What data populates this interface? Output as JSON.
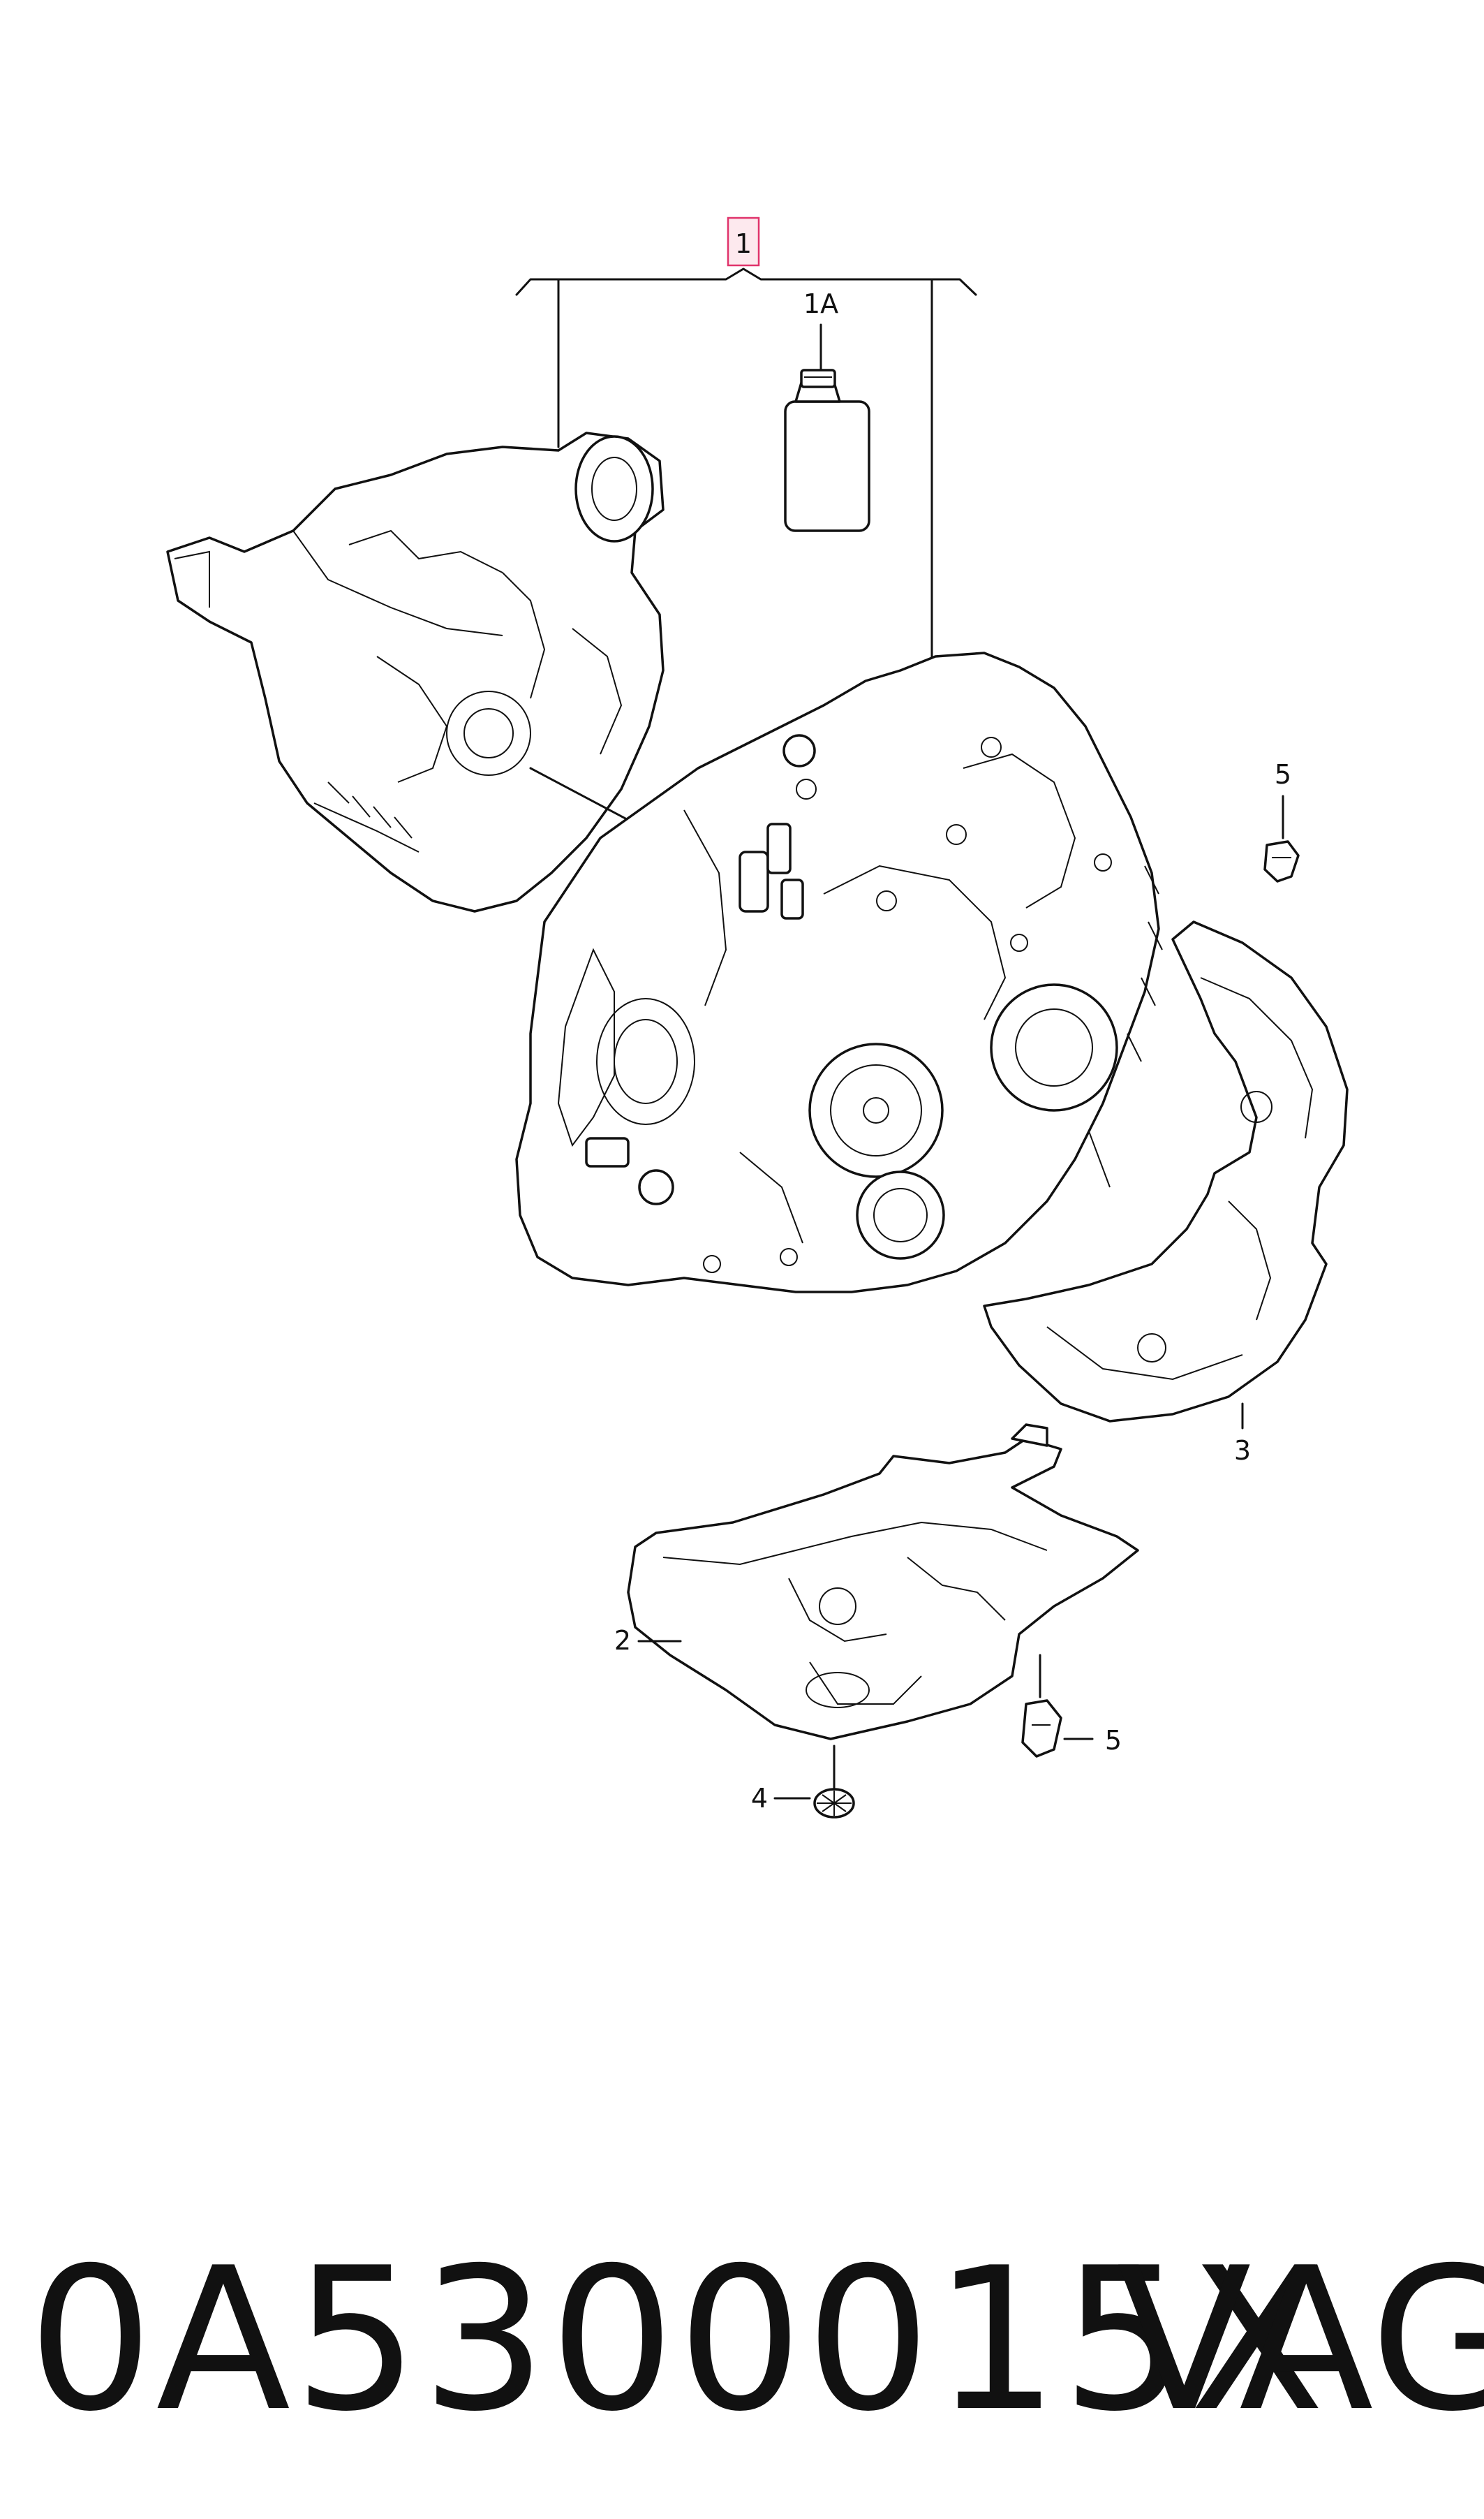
{
  "callouts": {
    "c1": "1",
    "c1a": "1A",
    "c2": "2",
    "c3": "3",
    "c4": "4",
    "c5a": "5",
    "c5b": "5"
  },
  "callout1_border_color": "#e0336b",
  "footer": {
    "part_number": "0A5300015X",
    "brand": "VAG"
  }
}
